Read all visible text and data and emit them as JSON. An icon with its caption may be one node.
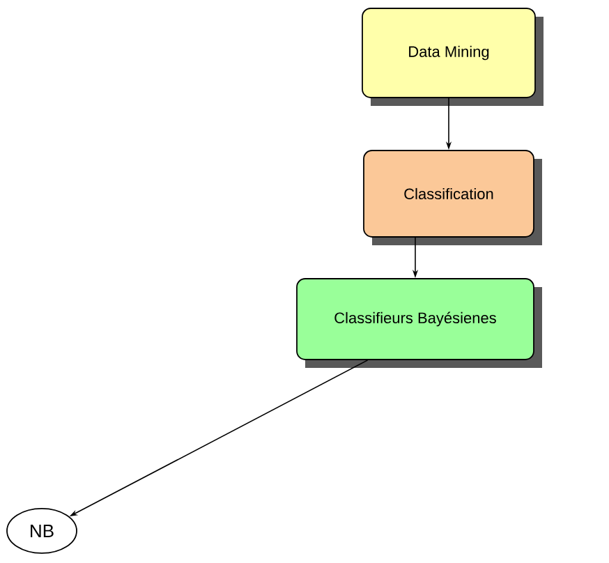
{
  "diagram": {
    "nodes": [
      {
        "text": [
          "Data Mining"
        ]
      },
      {
        "text": [
          "Classification"
        ]
      },
      {
        "text": [
          "Classifieurs Bayésienes"
        ]
      },
      {
        "text": [
          "NB"
        ]
      }
    ],
    "edges": [
      {
        "from": 0,
        "to": 1,
        "arrow": "to"
      },
      {
        "from": 1,
        "to": 2,
        "arrow": "to"
      },
      {
        "from": 2,
        "to": 3,
        "arrow": "to"
      }
    ]
  }
}
